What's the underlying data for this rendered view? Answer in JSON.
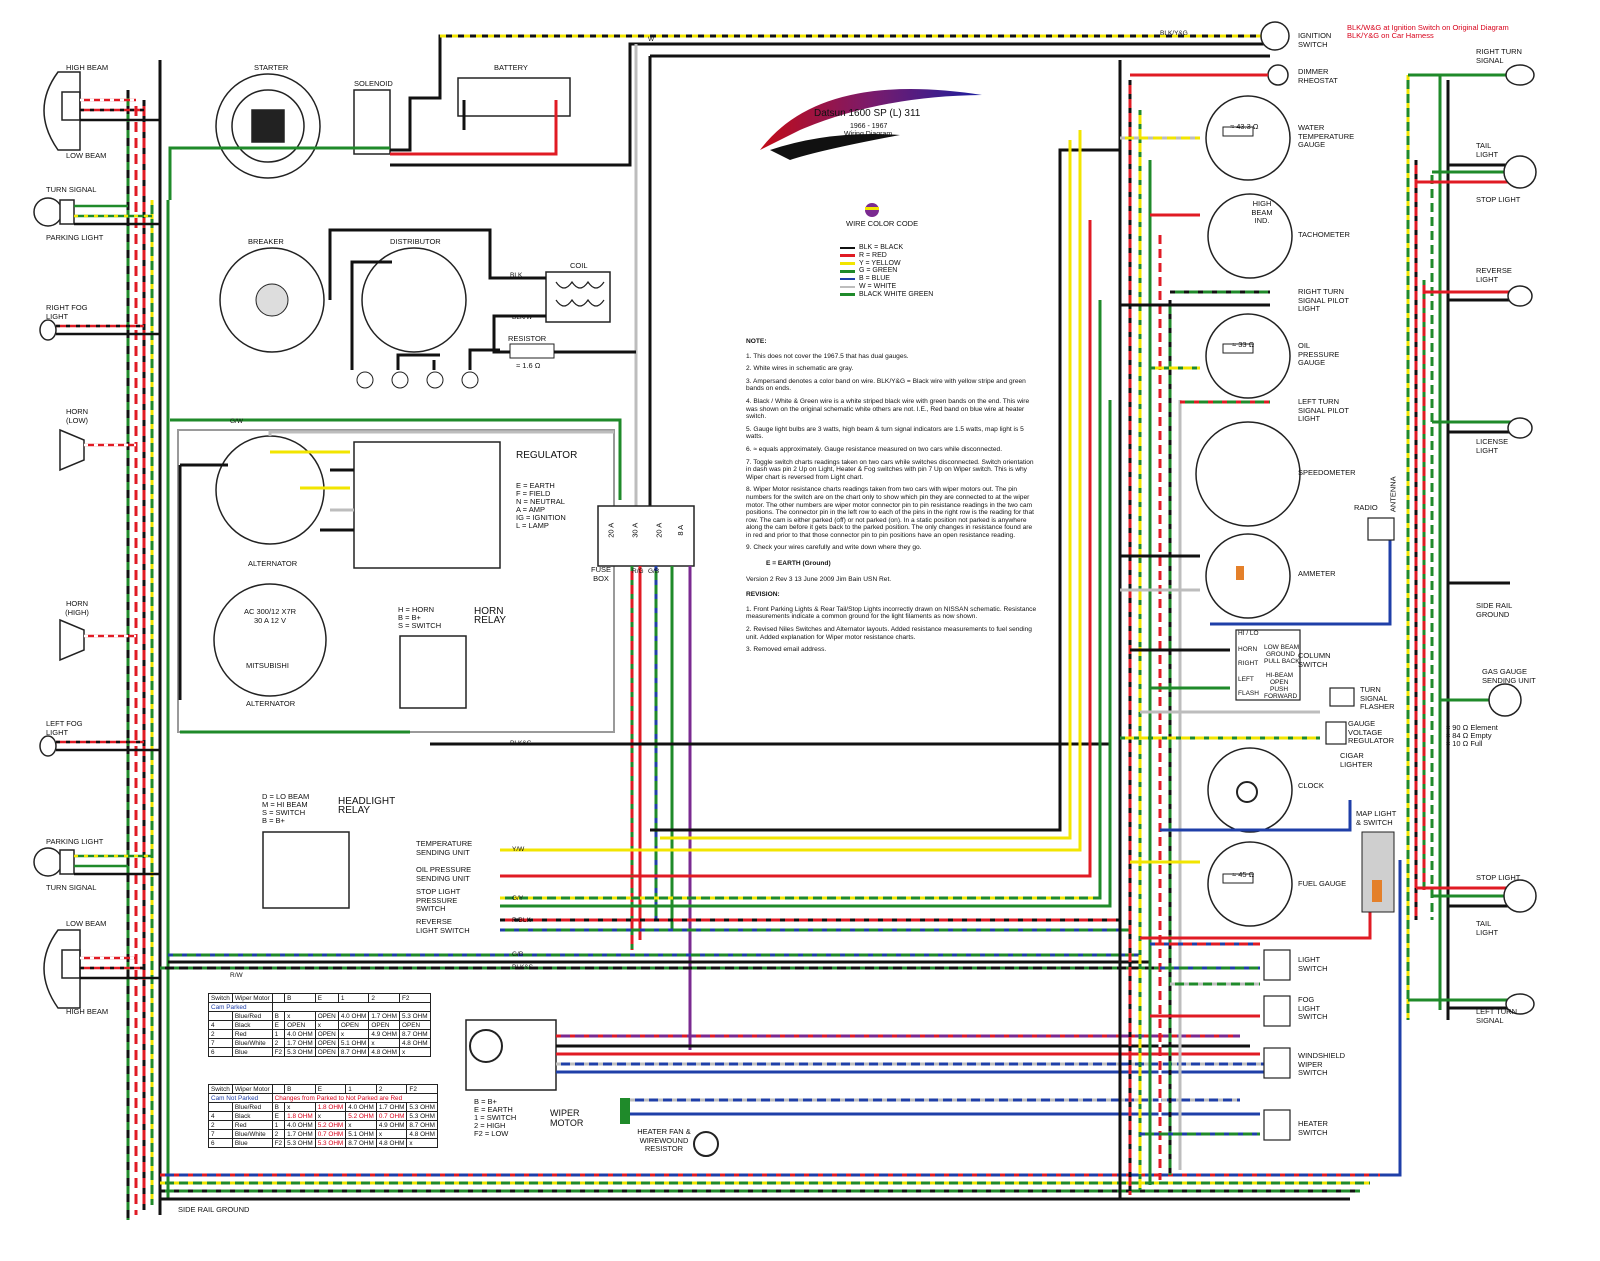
{
  "title": {
    "main": "Datsun 1600 SP (L) 311",
    "years": "1966 - 1967",
    "subtitle": "Wiring Diagram"
  },
  "top_right_note": [
    "BLK/W&G at Ignition Switch on Original Diagram",
    "BLK/Y&G on Car Harness"
  ],
  "wire_color_code": {
    "title": "WIRE COLOR CODE",
    "entries": [
      {
        "code": "BLK",
        "name": "= BLACK",
        "color": "#111111"
      },
      {
        "code": "R",
        "name": "= RED",
        "color": "#e01b24"
      },
      {
        "code": "Y",
        "name": "= YELLOW",
        "color": "#f2e500"
      },
      {
        "code": "G",
        "name": "= GREEN",
        "color": "#1f8a2a"
      },
      {
        "code": "B",
        "name": "= BLUE",
        "color": "#1f3fa8"
      },
      {
        "code": "W",
        "name": "= WHITE",
        "color": "#bdbdbd"
      },
      {
        "code": "",
        "name": "BLACK WHITE GREEN",
        "color": "#1f8a2a"
      }
    ]
  },
  "notes": {
    "heading": "NOTE:",
    "items": [
      "1. This does not cover the 1967.5 that has dual gauges.",
      "2. White wires in schematic are gray.",
      "3. Ampersand denotes a color band on wire. BLK/Y&G = Black wire with yellow stripe and green bands on ends.",
      "4. Black / White & Green wire is a white striped black wire with green bands on the end. This wire was shown on the original schematic white others are not. I.E., Red band on blue wire at heater switch.",
      "5. Gauge light bulbs are 3 watts, high beam & turn signal indicators are 1.5 watts, map light is 5 watts.",
      "6. ≈ equals approximately. Gauge resistance measured on two cars while disconnected.",
      "7. Toggle switch charts readings taken on two cars while switches disconnected. Switch orientation in dash was pin 2 Up on Light, Heater & Fog switches with pin 7 Up on Wiper switch. This is why Wiper chart is reversed from Light chart.",
      "8. Wiper Motor resistance charts readings taken from two cars with wiper motors out. The pin numbers for the switch are on the chart only to show which pin they are connected to at the wiper motor. The other numbers are wiper motor connector pin to pin resistance readings in the two cam positions. The connector pin in the left row to each of the pins in the right row is the reading for that row. The cam is either parked (off) or not parked (on). In a static position not parked is anywhere along the cam before it gets back to the parked position. The only changes in resistance found are in red and prior to that those connector pin to pin positions have an open resistance reading.",
      "9. Check your wires carefully and write down where they go."
    ],
    "earth": "E = EARTH (Ground)",
    "version": "Version 2 Rev 3      13 June 2009      Jim Bain USN Ret.",
    "revision_heading": "REVISION:",
    "revisions": [
      "1. Front Parking Lights & Rear Tail/Stop Lights incorrectly drawn on NISSAN schematic. Resistance measurements indicate a common ground for the light filaments as now shown.",
      "2. Revised Niles Switches and Alternator layouts. Added resistance measurements to fuel sending unit. Added explanation for Wiper motor resistance charts.",
      "3. Removed email address."
    ]
  },
  "components": {
    "high_beam_top": "HIGH BEAM",
    "low_beam_top": "LOW BEAM",
    "turn_signal_top": "TURN SIGNAL",
    "parking_light_top": "PARKING LIGHT",
    "right_fog": "RIGHT FOG LIGHT",
    "horn_low": "HORN (LOW)",
    "horn_high": "HORN (HIGH)",
    "left_fog": "LEFT FOG LIGHT",
    "parking_light_bot": "PARKING LIGHT",
    "turn_signal_bot": "TURN SIGNAL",
    "low_beam_bot": "LOW BEAM",
    "high_beam_bot": "HIGH BEAM",
    "starter": "STARTER",
    "solenoid": "SOLENOID",
    "battery": "BATTERY",
    "breaker": "BREAKER",
    "distributor": "DISTRIBUTOR",
    "coil": "COIL",
    "resistor": "RESISTOR",
    "resistor_value": "≈ 1.6 Ω",
    "alternator": "ALTERNATOR",
    "alternator_spec": "AC 300/12 X7R",
    "alternator_rating": "30 A 12 V",
    "mitsubishi": "MITSUBISHI",
    "alternator2": "ALTERNATOR",
    "regulator": "REGULATOR",
    "fuse_box": "FUSE BOX",
    "horn_relay": "HORN RELAY",
    "headlight_relay": "HEADLIGHT RELAY",
    "temp_sender": "TEMPERATURE SENDING UNIT",
    "oil_sender": "OIL PRESSURE SENDING UNIT",
    "stop_switch": "STOP LIGHT PRESSURE SWITCH",
    "reverse_switch": "REVERSE LIGHT SWITCH",
    "wiper_motor": "WIPER MOTOR",
    "heater_fan": "HEATER FAN & WIREWOUND RESISTOR",
    "side_rail_ground_left": "SIDE RAIL GROUND",
    "ignition_switch": "IGNITION SWITCH",
    "dimmer": "DIMMER RHEOSTAT",
    "water_temp": "WATER TEMPERATURE GAUGE",
    "water_temp_value": "≈ 43.3 Ω",
    "high_beam_ind": "HIGH BEAM IND.",
    "tachometer": "TACHOMETER",
    "right_pilot": "RIGHT TURN SIGNAL PILOT LIGHT",
    "oil_gauge": "OIL PRESSURE GAUGE",
    "oil_gauge_value": "≈ 33 Ω",
    "left_pilot": "LEFT TURN SIGNAL PILOT LIGHT",
    "speedometer": "SPEEDOMETER",
    "radio": "RADIO",
    "antenna": "ANTENNA",
    "ammeter": "AMMETER",
    "column_switch": "COLUMN SWITCH",
    "turn_flasher": "TURN SIGNAL FLASHER",
    "gauge_regulator": "GAUGE VOLTAGE REGULATOR",
    "cigar_lighter": "CIGAR LIGHTER",
    "clock": "CLOCK",
    "map_light": "MAP LIGHT & SWITCH",
    "fuel_gauge": "FUEL GAUGE",
    "fuel_gauge_value": "≈ 45 Ω",
    "light_switch": "LIGHT SWITCH",
    "fog_switch": "FOG LIGHT SWITCH",
    "windshield_wiper": "WINDSHIELD WIPER SWITCH",
    "heater_switch": "HEATER SWITCH",
    "right_turn": "RIGHT TURN SIGNAL",
    "tail_light_top": "TAIL LIGHT",
    "stop_light_top": "STOP LIGHT",
    "reverse_light": "REVERSE LIGHT",
    "license_light": "LICENSE LIGHT",
    "side_rail_ground_right": "SIDE RAIL GROUND",
    "gas_gauge_sender": "GAS GAUGE SENDING UNIT",
    "gas_values": [
      "≈ 90 Ω Element",
      "≈ 84 Ω Empty",
      "≈ 10 Ω Full"
    ],
    "stop_light_bot": "STOP LIGHT",
    "tail_light_bot": "TAIL LIGHT",
    "left_turn": "LEFT TURN SIGNAL"
  },
  "regulator_legend": [
    "E   = EARTH",
    "F   = FIELD",
    "N   = NEUTRAL",
    "A   = AMP",
    "IG  = IGNITION",
    "L   = LAMP"
  ],
  "horn_relay_legend": [
    "H   = HORN",
    "B   = B+",
    "S   = SWITCH"
  ],
  "headlight_legend": [
    "D   = LO BEAM",
    "M   = HI BEAM",
    "S   = SWITCH",
    "B   = B+"
  ],
  "wiper_legend": [
    "B   = B+",
    "E   = EARTH",
    "1   = SWITCH",
    "2   = HIGH",
    "F2  = LOW"
  ],
  "column_switch_labels": {
    "hilo": "HI / LO",
    "horn": "HORN",
    "right": "RIGHT",
    "left": "LEFT",
    "flash": "FLASH",
    "low_beam": "LOW BEAM",
    "ground": "GROUND",
    "pull_back": "PULL BACK",
    "hi_beam": "HI-BEAM",
    "open": "OPEN",
    "push": "PUSH",
    "forward": "FORWARD"
  },
  "wiper_table_parked": {
    "headers": [
      "Switch",
      "Wiper Motor",
      "B",
      "E",
      "1",
      "2",
      "F2"
    ],
    "subtitle": "Cam Parked",
    "rows": [
      [
        "",
        "Blue/Red",
        "B",
        "x",
        "OPEN",
        "4.0 OHM",
        "1.7 OHM",
        "5.3 OHM"
      ],
      [
        "4",
        "Black",
        "E",
        "OPEN",
        "x",
        "OPEN",
        "OPEN",
        "OPEN"
      ],
      [
        "2",
        "Red",
        "1",
        "4.0 OHM",
        "OPEN",
        "x",
        "4.9 OHM",
        "8.7 OHM"
      ],
      [
        "7",
        "Blue/White",
        "2",
        "1.7 OHM",
        "OPEN",
        "5.1 OHM",
        "x",
        "4.8 OHM"
      ],
      [
        "6",
        "Blue",
        "F2",
        "5.3 OHM",
        "OPEN",
        "8.7 OHM",
        "4.8 OHM",
        "x"
      ]
    ]
  },
  "wiper_table_notparked": {
    "headers": [
      "Switch",
      "Wiper Motor",
      "B",
      "E",
      "1",
      "2",
      "F2"
    ],
    "subtitle": "Cam Not Parked",
    "subtitle2": "Changes from Parked to Not Parked are Red",
    "rows": [
      [
        "",
        "Blue/Red",
        "B",
        "x",
        "1.8 OHM",
        "4.0 OHM",
        "1.7 OHM",
        "5.3 OHM"
      ],
      [
        "4",
        "Black",
        "E",
        "1.8 OHM",
        "x",
        "5.2 OHM",
        "0.7 OHM",
        "5.3 OHM"
      ],
      [
        "2",
        "Red",
        "1",
        "4.0 OHM",
        "5.2 OHM",
        "x",
        "4.9 OHM",
        "8.7 OHM"
      ],
      [
        "7",
        "Blue/White",
        "2",
        "1.7 OHM",
        "0.7 OHM",
        "5.1 OHM",
        "x",
        "4.8 OHM"
      ],
      [
        "6",
        "Blue",
        "F2",
        "5.3 OHM",
        "5.3 OHM",
        "8.7 OHM",
        "4.8 OHM",
        "x"
      ]
    ]
  },
  "wire_tags": {
    "blk_yg": "BLK/Y&G",
    "w": "W",
    "blk_w": "BLK/W",
    "gw": "G/W",
    "blk_g": "BLK&G",
    "rw": "R/W",
    "yw": "Y/W",
    "gy": "G/Y",
    "rblk": "R/BLK",
    "gb": "G/B",
    "blk_rs": "BLK&S",
    "rg": "R/G",
    "gb2": "G/B",
    "blk": "BLK"
  },
  "fuse_labels": [
    "20 A",
    "30 A",
    "20 A",
    "8 A"
  ]
}
